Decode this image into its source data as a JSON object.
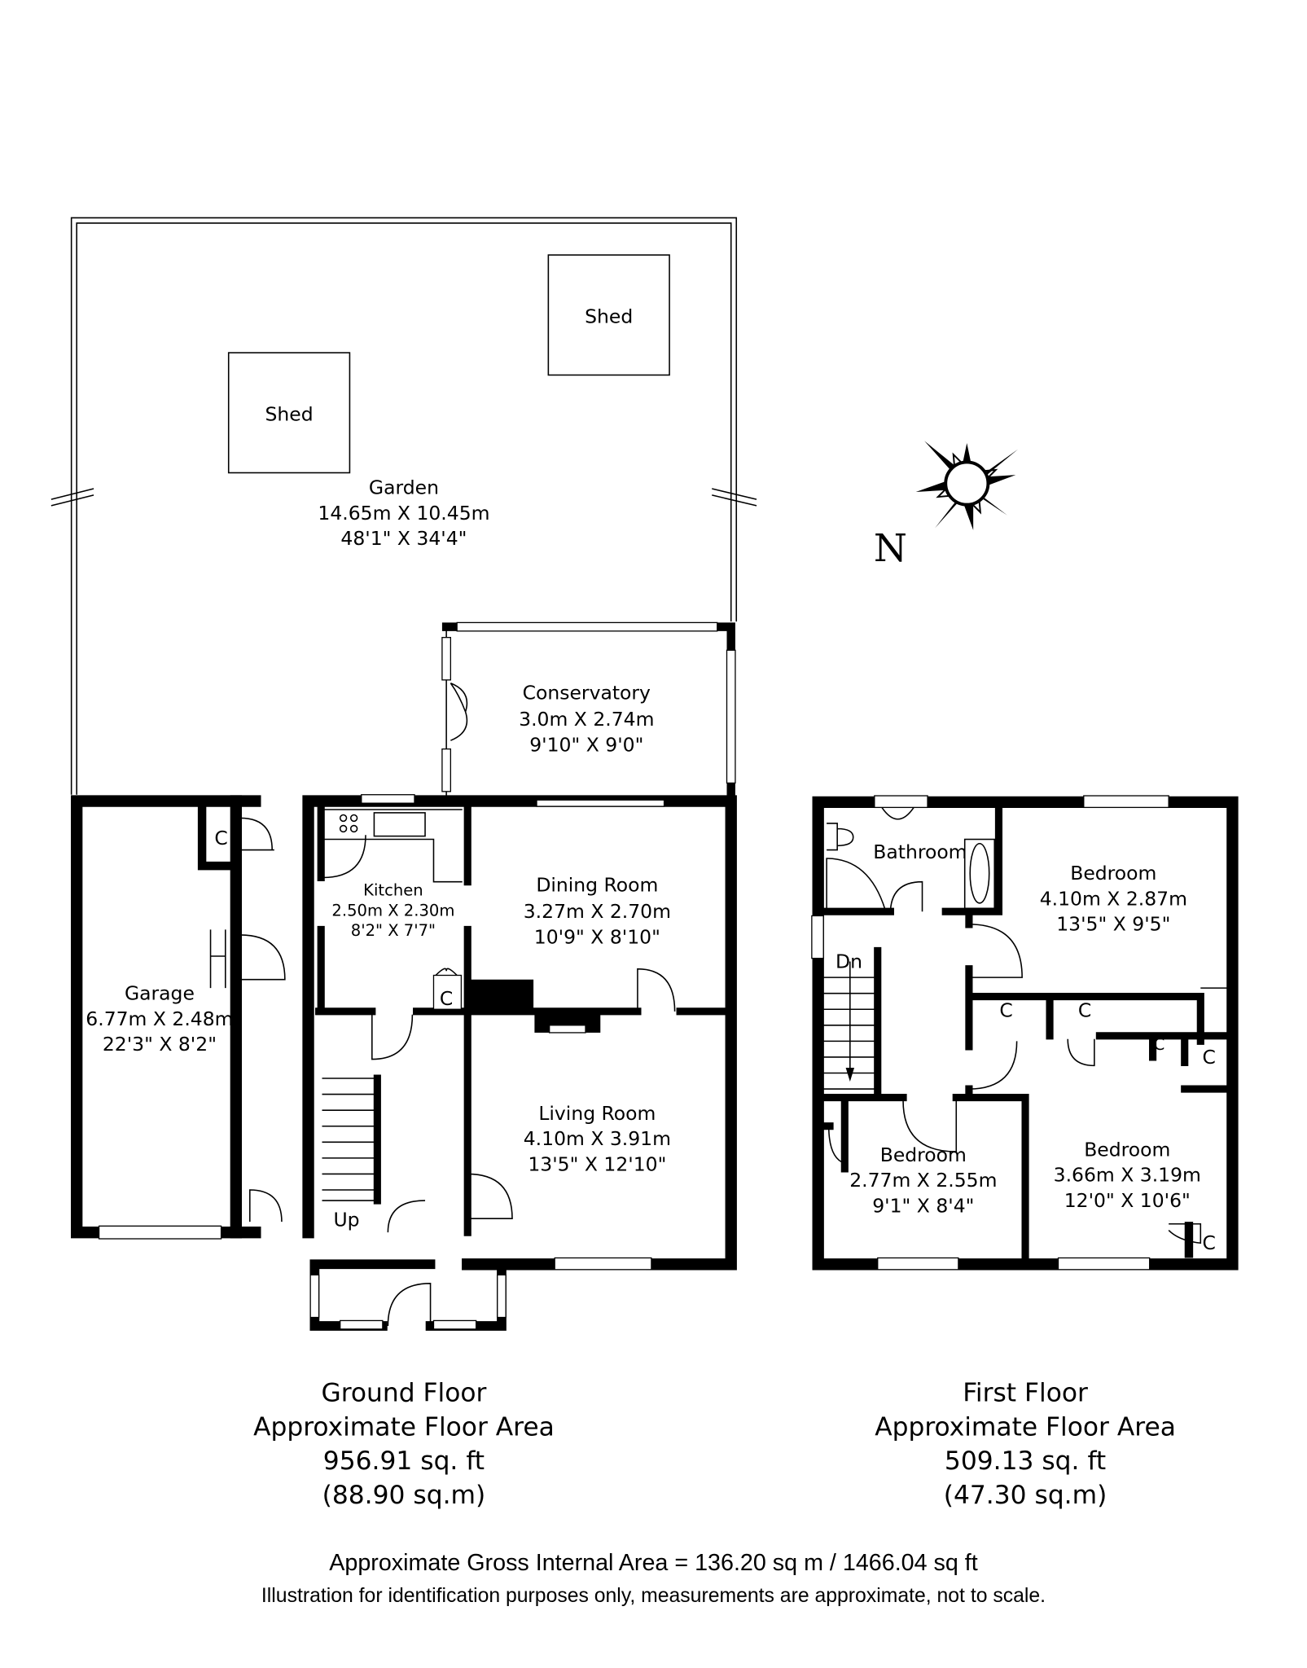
{
  "garden": {
    "name": "Garden",
    "metric": "14.65m X 10.45m",
    "imperial": "48'1\" X 34'4\""
  },
  "sheds": [
    {
      "name": "Shed"
    },
    {
      "name": "Shed"
    }
  ],
  "compass": {
    "label": "N"
  },
  "ground_floor": {
    "rooms": {
      "conservatory": {
        "name": "Conservatory",
        "metric": "3.0m X 2.74m",
        "imperial": "9'10\" X 9'0\""
      },
      "kitchen": {
        "name": "Kitchen",
        "metric": "2.50m X 2.30m",
        "imperial": "8'2\" X 7'7\""
      },
      "dining": {
        "name": "Dining Room",
        "metric": "3.27m X 2.70m",
        "imperial": "10'9\" X 8'10\""
      },
      "living": {
        "name": "Living Room",
        "metric": "4.10m X 3.91m",
        "imperial": "13'5\" X 12'10\""
      },
      "garage": {
        "name": "Garage",
        "metric": "6.77m X 2.48m",
        "imperial": "22'3\" X 8'2\""
      }
    },
    "cupboard_label": "C",
    "stairs_label": "Up",
    "title": "Ground Floor",
    "area_label": "Approximate Floor Area",
    "area_sqft": "956.91 sq. ft",
    "area_sqm": "(88.90 sq.m)"
  },
  "first_floor": {
    "rooms": {
      "bathroom": {
        "name": "Bathroom"
      },
      "bedroom1": {
        "name": "Bedroom",
        "metric": "4.10m X 2.87m",
        "imperial": "13'5\" X 9'5\""
      },
      "bedroom2": {
        "name": "Bedroom",
        "metric": "2.77m X 2.55m",
        "imperial": "9'1\" X 8'4\""
      },
      "bedroom3": {
        "name": "Bedroom",
        "metric": "3.66m X 3.19m",
        "imperial": "12'0\" X 10'6\""
      }
    },
    "cupboard_label": "C",
    "stairs_label": "Dn",
    "title": "First Floor",
    "area_label": "Approximate Floor Area",
    "area_sqft": "509.13 sq. ft",
    "area_sqm": "(47.30 sq.m)"
  },
  "footer": {
    "gross_area": "Approximate Gross Internal Area = 136.20 sq m / 1466.04 sq ft",
    "disclaimer": "Illustration for identification purposes only, measurements are approximate, not to scale."
  }
}
